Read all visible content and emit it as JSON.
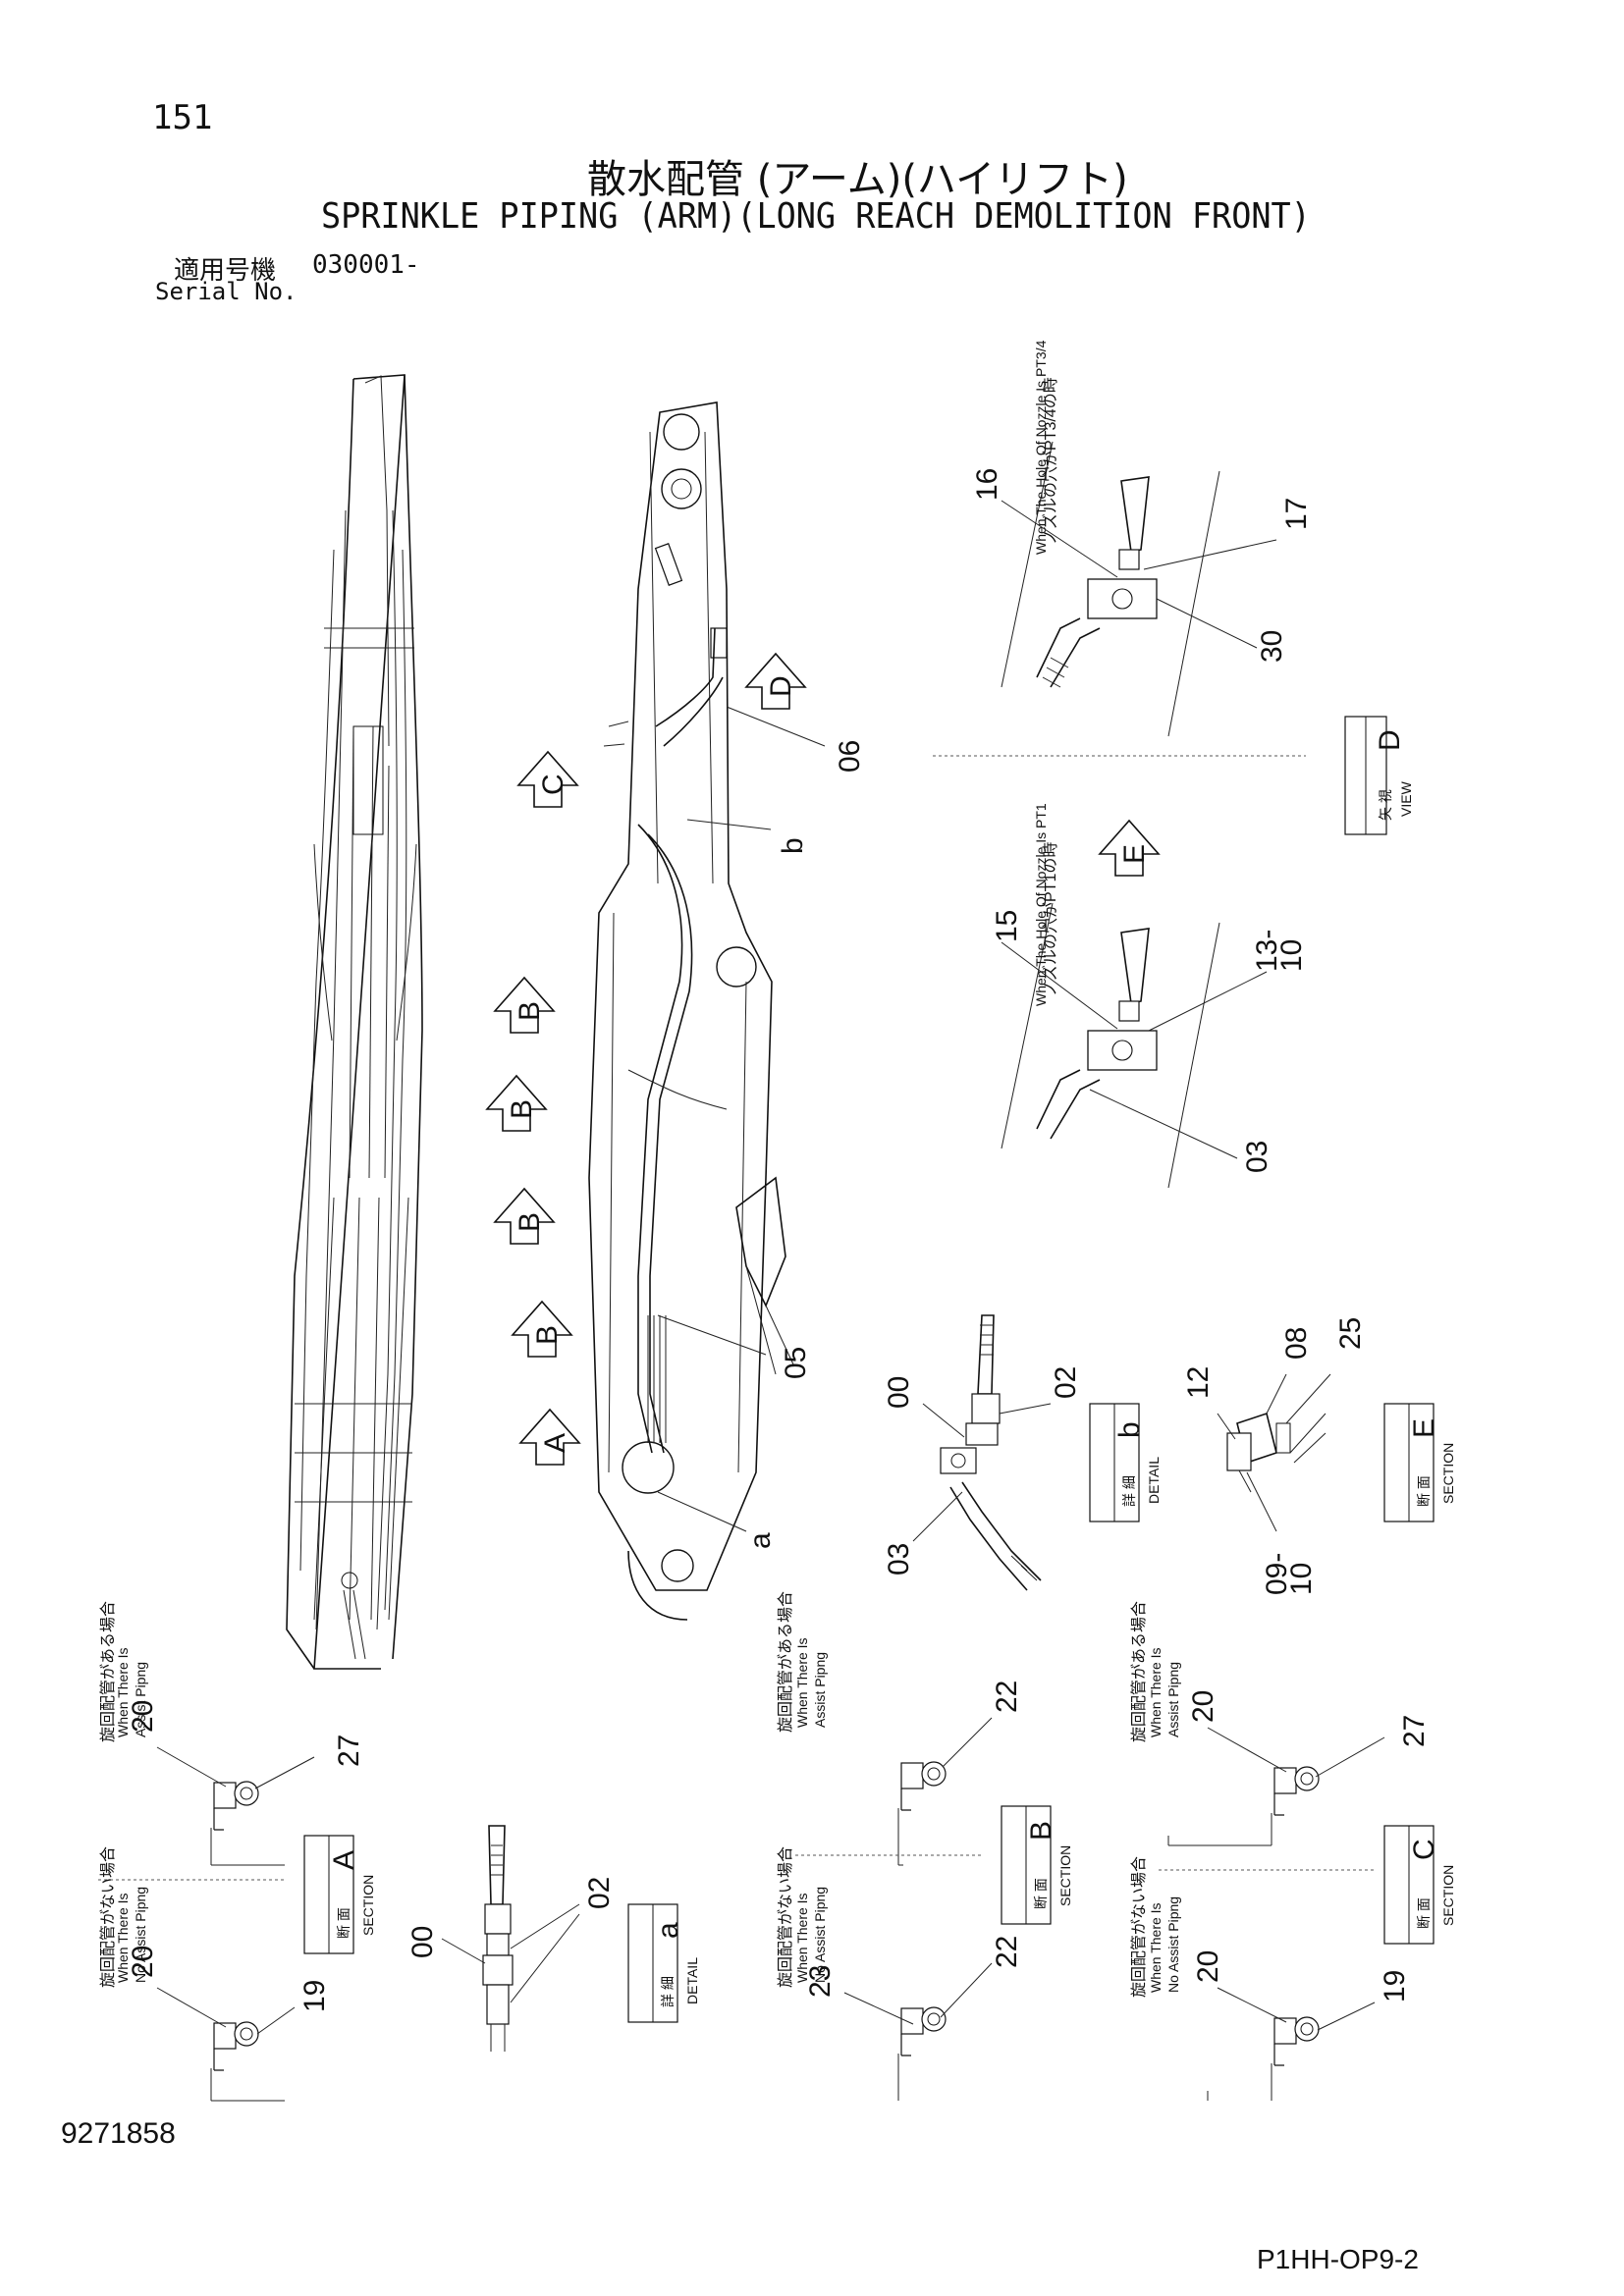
{
  "header": {
    "page_number": "151",
    "title_jp": "散水配管 (アーム)(ハイリフト)",
    "title_en": "SPRINKLE PIPING (ARM)(LONG REACH DEMOLITION FRONT)",
    "serial_label_jp": "適用号機",
    "serial_label_en": "Serial No.",
    "serial_number": "030001-"
  },
  "footer": {
    "doc_number": "9271858",
    "page_code": "P1HH-OP9-2"
  },
  "view_markers": [
    "A",
    "B",
    "B",
    "B",
    "B",
    "C",
    "D",
    "E"
  ],
  "callouts_main": {
    "c06": "06",
    "cb": "b",
    "c05": "05",
    "ca": "a"
  },
  "detail_d": {
    "note_jp": "ノズルの穴がPT3/4の時",
    "note_en": "When The Hole Of Nozzle Is PT3/4",
    "parts": [
      "16",
      "17",
      "30"
    ],
    "tag_jp": "矢 視",
    "tag_en": "VIEW",
    "letter": "D"
  },
  "detail_e_note": {
    "note_jp": "ノズルの穴がPT1の時",
    "note_en": "When The Hole Of Nozzle Is PT1",
    "parts": [
      "15",
      "13-",
      "10",
      "03"
    ]
  },
  "detail_b": {
    "parts": [
      "00",
      "02",
      "03"
    ],
    "tag_jp": "詳 細",
    "tag_en": "DETAIL",
    "letter": "b"
  },
  "section_e": {
    "parts": [
      "12",
      "08",
      "25",
      "09-",
      "10"
    ],
    "tag_jp": "断 面",
    "tag_en": "SECTION",
    "letter": "E"
  },
  "section_a": {
    "top_note_jp": "旋回配管がある場合",
    "top_note_en1": "When There Is",
    "top_note_en2": "Assist Pipng",
    "top_parts": [
      "20",
      "27"
    ],
    "bottom_note_jp": "旋回配管がない場合",
    "bottom_note_en1": "When There Is",
    "bottom_note_en2": "No Assist Pipng",
    "bottom_parts": [
      "20",
      "19"
    ],
    "tag_jp": "断 面",
    "tag_en": "SECTION",
    "letter": "A"
  },
  "detail_a": {
    "parts": [
      "00",
      "02"
    ],
    "tag_jp": "詳 細",
    "tag_en": "DETAIL",
    "letter": "a"
  },
  "section_b": {
    "top_note_jp": "旋回配管がある場合",
    "top_note_en1": "When There Is",
    "top_note_en2": "Assist Pipng",
    "top_parts": [
      "22"
    ],
    "bottom_note_jp": "旋回配管がない場合",
    "bottom_note_en1": "When There Is",
    "bottom_note_en2": "No Assist Pipng",
    "bottom_parts": [
      "23",
      "22"
    ],
    "tag_jp": "断 面",
    "tag_en": "SECTION",
    "letter": "B"
  },
  "section_c": {
    "top_note_jp": "旋回配管がある場合",
    "top_note_en1": "When There Is",
    "top_note_en2": "Assist Pipng",
    "top_parts": [
      "20",
      "27"
    ],
    "bottom_note_jp": "旋回配管がない場合",
    "bottom_note_en1": "When There Is",
    "bottom_note_en2": "No Assist Pipng",
    "bottom_parts": [
      "20",
      "19"
    ],
    "tag_jp": "断 面",
    "tag_en": "SECTION",
    "letter": "C"
  }
}
